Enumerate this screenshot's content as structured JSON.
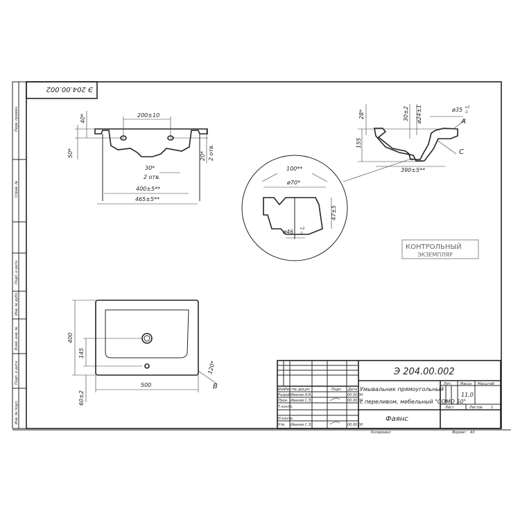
{
  "designation": "Э 204.00.002",
  "designation_rotated": "Э 204.00.002",
  "side_strip": [
    "Перв. примен",
    "Справ. №",
    "Подп. и дата",
    "Инв. № дубл.",
    "Взам. инв. №",
    "Подп. и дата",
    "Инв. № подл."
  ],
  "top_view": {
    "dims": [
      "200±10",
      "40*",
      "50*",
      "20*",
      "2 отв.",
      "30*",
      "2 отв.",
      "400±5**",
      "465±5**"
    ]
  },
  "section_view": {
    "dims": [
      "28*",
      "30±2",
      "ø24±1",
      "ø35",
      "+2",
      "-1",
      "155",
      "390±5**"
    ],
    "labels": [
      "A",
      "C"
    ]
  },
  "detail_view": {
    "dims": [
      "100**",
      "ø70*",
      "47±5",
      "ø46",
      "+2",
      "-1"
    ]
  },
  "plan_view": {
    "dims": [
      "400",
      "145",
      "60±2",
      "500",
      "120*"
    ],
    "labels": [
      "B"
    ]
  },
  "stamp": {
    "line1": "КОНТРОЛЬНЫЙ",
    "line2": "ЭКЗЕМПЛЯР"
  },
  "title_block": {
    "headers": [
      "Изм",
      "Лист",
      "№ докум.",
      "Подп.",
      "Дата"
    ],
    "rows": [
      {
        "role": "Разраб.",
        "name": "Иванов А.В.",
        "date": "00.00.00"
      },
      {
        "role": "Пров.",
        "name": "Иванов С.Э.",
        "date": "00.00.00"
      },
      {
        "role": "Т.контр.",
        "name": "",
        "date": ""
      },
      {
        "role": "Н.контр.",
        "name": "",
        "date": ""
      },
      {
        "role": "Утв.",
        "name": "Иванов С.Э.",
        "date": "00.00.00"
      }
    ],
    "product_name_1": "Умывальник прямоугольный",
    "product_name_2": "с переливом, мебельный \"СОМО 50\"",
    "material": "Фаянс",
    "lit_label": "Лит.",
    "mass_label": "Масса",
    "scale_label": "Масштаб",
    "mass_value": "11,0",
    "sheet_label": "Лист",
    "sheets_label": "Листов",
    "sheets_value": "1",
    "copied_label": "Копировал",
    "format_label": "Формат",
    "format_value": "А3"
  }
}
